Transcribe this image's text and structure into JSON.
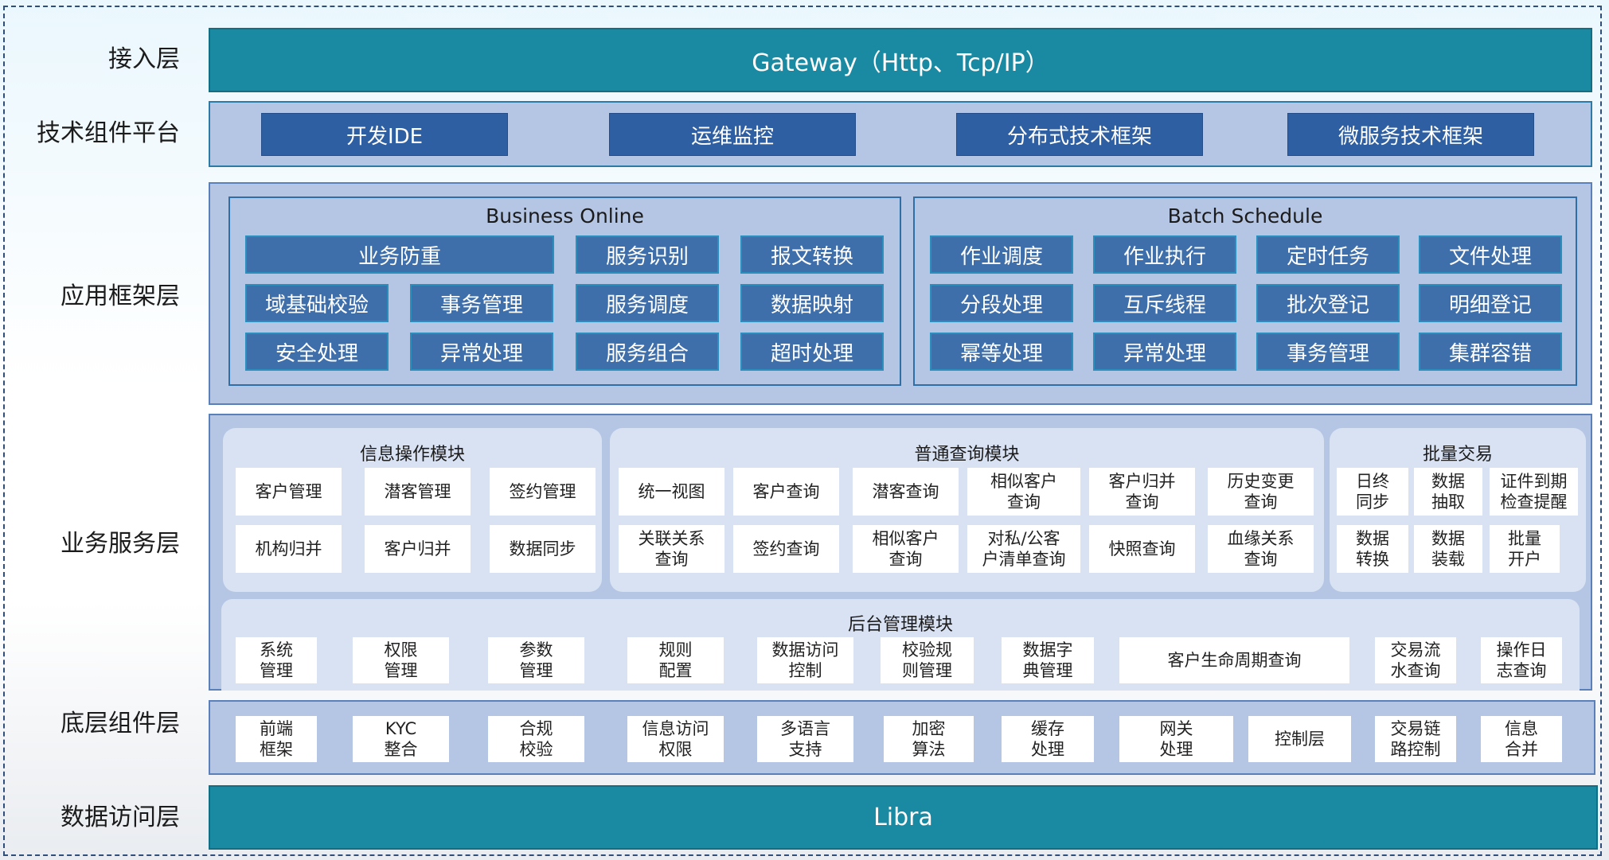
{
  "layers": {
    "access": "接入层",
    "tech": "技术组件平台",
    "app": "应用框架层",
    "biz": "业务服务层",
    "base": "底层组件层",
    "data": "数据访问层"
  },
  "gateway": "Gateway（Http、Tcp/IP）",
  "tech_items": [
    "开发IDE",
    "运维监控",
    "分布式技术框架",
    "微服务技术框架"
  ],
  "business_online": {
    "title": "Business Online",
    "items": [
      "业务防重",
      "服务识别",
      "报文转换",
      "域基础校验",
      "事务管理",
      "服务调度",
      "数据映射",
      "安全处理",
      "异常处理",
      "服务组合",
      "超时处理"
    ]
  },
  "batch_schedule": {
    "title": "Batch Schedule",
    "items": [
      "作业调度",
      "作业执行",
      "定时任务",
      "文件处理",
      "分段处理",
      "互斥线程",
      "批次登记",
      "明细登记",
      "幂等处理",
      "异常处理",
      "事务管理",
      "集群容错"
    ]
  },
  "info_ops": {
    "title": "信息操作模块",
    "items": [
      "客户管理",
      "潜客管理",
      "签约管理",
      "机构归并",
      "客户归并",
      "数据同步"
    ]
  },
  "query": {
    "title": "普通查询模块",
    "items": [
      "统一视图",
      "客户查询",
      "潜客查询",
      "相似客户\n查询",
      "客户归并\n查询",
      "历史变更\n查询",
      "关联关系\n查询",
      "签约查询",
      "相似客户\n查询",
      "对私/公客\n户清单查询",
      "快照查询",
      "血缘关系\n查询"
    ]
  },
  "batch": {
    "title": "批量交易",
    "items": [
      "日终\n同步",
      "数据\n抽取",
      "证件到期\n检查提醒",
      "数据\n转换",
      "数据\n装载",
      "批量\n开户"
    ]
  },
  "admin": {
    "title": "后台管理模块",
    "items": [
      "系统\n管理",
      "权限\n管理",
      "参数\n管理",
      "规则\n配置",
      "数据访问\n控制",
      "校验规\n则管理",
      "数据字\n典管理",
      "客户生命周期查询",
      "交易流\n水查询",
      "操作日\n志查询"
    ]
  },
  "base_items": [
    "前端\n框架",
    "KYC\n整合",
    "合规\n校验",
    "信息访问\n权限",
    "多语言\n支持",
    "加密\n算法",
    "缓存\n处理",
    "网关\n处理",
    "控制层",
    "交易链\n路控制",
    "信息\n合并"
  ],
  "libra": "Libra"
}
